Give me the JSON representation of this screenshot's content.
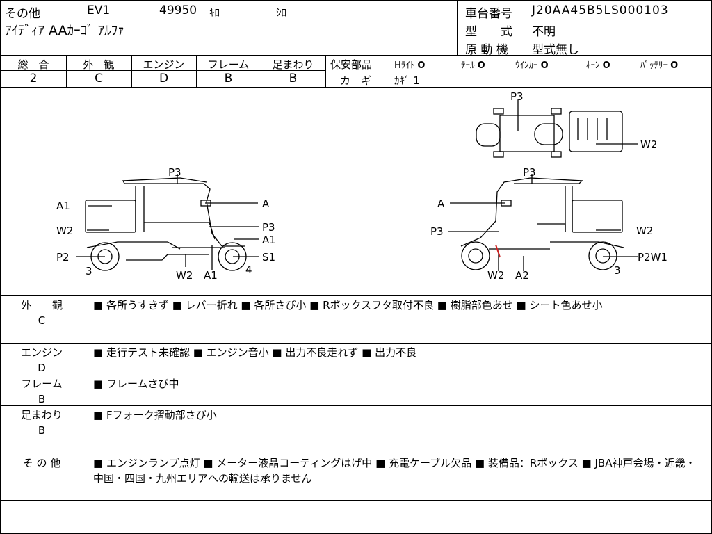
{
  "header": {
    "category": "その他",
    "lot": "EV1",
    "mileage": "49950",
    "mileage_unit": "ｷﾛ",
    "color": "ｼﾛ",
    "model_name": "ｱｲﾃﾞｨｱ AAｶｰｺﾞ ｱﾙﾌｧ",
    "chassis_label": "車台番号",
    "chassis_value": "J20AA45B5LS000103",
    "type_label": "型　　式",
    "type_value": "不明",
    "engine_label": "原 動 機",
    "engine_value": "型式無し"
  },
  "grades": [
    {
      "label": "総　合",
      "value": "2"
    },
    {
      "label": "外　観",
      "value": "C"
    },
    {
      "label": "エンジン",
      "value": "D"
    },
    {
      "label": "フレーム",
      "value": "B"
    },
    {
      "label": "足まわり",
      "value": "B"
    }
  ],
  "safety": {
    "title": "保安部品",
    "items": [
      {
        "label": "Hﾗｲﾄ",
        "mark": "O"
      },
      {
        "label": "ﾃｰﾙ",
        "mark": "O"
      },
      {
        "label": "ｳｲﾝｶｰ",
        "mark": "O"
      },
      {
        "label": "ﾎｰﾝ",
        "mark": "O"
      },
      {
        "label": "ﾊﾞｯﾃﾘｰ",
        "mark": "O"
      }
    ],
    "key_label": "カ　ギ",
    "key_value": "ｶｷﾞ 1"
  },
  "diagram_labels": {
    "left": [
      "P3",
      "A1",
      "W2",
      "P2",
      "3",
      "A",
      "P3",
      "A1",
      "S1",
      "W2",
      "A1",
      "4"
    ],
    "right": [
      "P3",
      "A",
      "P3",
      "W2",
      "P2W1",
      "W2",
      "A2",
      "3"
    ],
    "top": [
      "P3",
      "W2"
    ]
  },
  "remarks": [
    {
      "title": "外　　観",
      "grade": "C",
      "text": "■ 各所うすきず ■ レバー折れ ■ 各所さび小 ■ Rボックスフタ取付不良 ■ 樹脂部色あせ ■ シート色あせ小"
    },
    {
      "title": "エンジン",
      "grade": "D",
      "text": "■ 走行テスト未確認 ■ エンジン音小 ■ 出力不良走れず ■ 出力不良"
    },
    {
      "title": "フレーム",
      "grade": "B",
      "text": "■ フレームさび中"
    },
    {
      "title": "足まわり",
      "grade": "B",
      "text": "■ Fフォーク摺動部さび小"
    },
    {
      "title": "そ の 他",
      "grade": "",
      "text": "■ エンジンランプ点灯 ■ メーター液晶コーティングはげ中 ■ 充電ケーブル欠品 ■ 装備品：Rボックス ■ JBA神戸会場・近畿・中国・四国・九州エリアへの輸送は承りません"
    }
  ]
}
